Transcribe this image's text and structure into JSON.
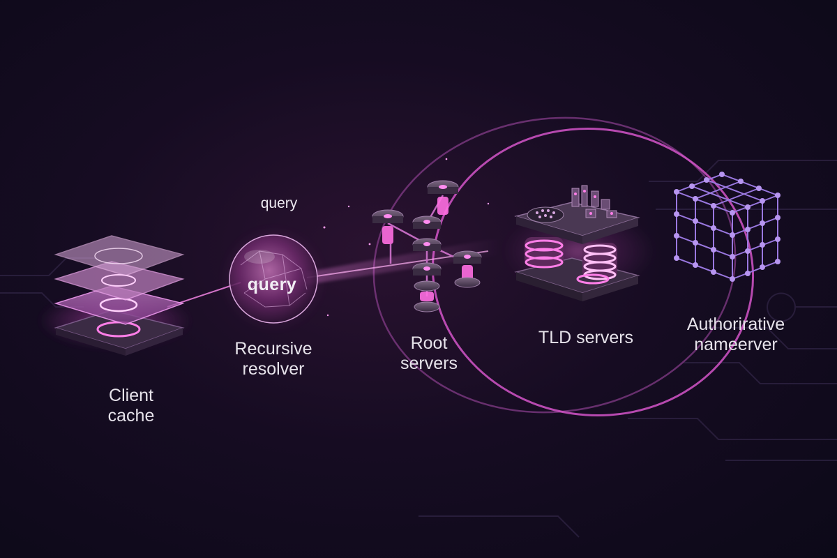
{
  "nodes": {
    "client_cache": {
      "line1": "Client",
      "line2": "cache",
      "icon": "stacked-layers-icon"
    },
    "recursive_resolver": {
      "line1": "Recursive",
      "line2": "resolver",
      "icon": "glass-sphere-icon"
    },
    "root_servers": {
      "line1": "Root",
      "line2": "servers",
      "icon": "server-network-icon"
    },
    "tld_servers": {
      "line1": "TLD servers",
      "icon": "server-machine-icon"
    },
    "authoritative": {
      "line1": "Authorirative",
      "line2": "nameerver",
      "icon": "lattice-cube-icon"
    }
  },
  "query_labels": {
    "above": "query",
    "orb": "query"
  },
  "colors": {
    "background": "#120b1c",
    "accent": "#e34fd0",
    "accent_soft": "#b26ad6",
    "lattice": "#9a78e0",
    "text": "#e6e2ea"
  }
}
